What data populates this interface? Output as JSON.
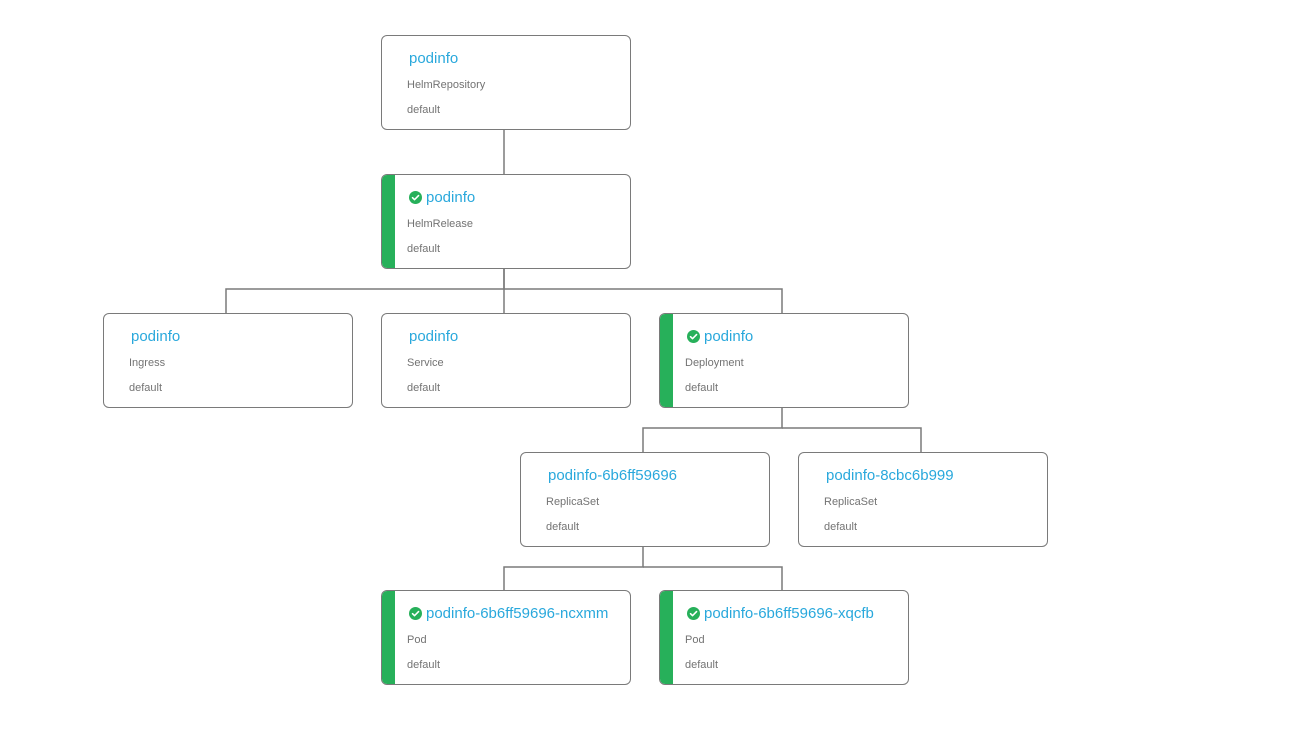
{
  "colors": {
    "link": "#29a8dc",
    "ready": "#27b05a"
  },
  "nodes": [
    {
      "name": "podinfo",
      "kind": "HelmRepository",
      "namespace": "default",
      "ready": false
    },
    {
      "name": "podinfo",
      "kind": "HelmRelease",
      "namespace": "default",
      "ready": true
    },
    {
      "name": "podinfo",
      "kind": "Ingress",
      "namespace": "default",
      "ready": false
    },
    {
      "name": "podinfo",
      "kind": "Service",
      "namespace": "default",
      "ready": false
    },
    {
      "name": "podinfo",
      "kind": "Deployment",
      "namespace": "default",
      "ready": true
    },
    {
      "name": "podinfo-6b6ff59696",
      "kind": "ReplicaSet",
      "namespace": "default",
      "ready": false
    },
    {
      "name": "podinfo-8cbc6b999",
      "kind": "ReplicaSet",
      "namespace": "default",
      "ready": false
    },
    {
      "name": "podinfo-6b6ff59696-ncxmm",
      "kind": "Pod",
      "namespace": "default",
      "ready": true
    },
    {
      "name": "podinfo-6b6ff59696-xqcfb",
      "kind": "Pod",
      "namespace": "default",
      "ready": true
    }
  ],
  "edges": [
    {
      "from": 0,
      "to": 1
    },
    {
      "from": 1,
      "to": 2
    },
    {
      "from": 1,
      "to": 3
    },
    {
      "from": 1,
      "to": 4
    },
    {
      "from": 4,
      "to": 5
    },
    {
      "from": 4,
      "to": 6
    },
    {
      "from": 5,
      "to": 7
    },
    {
      "from": 5,
      "to": 8
    }
  ]
}
